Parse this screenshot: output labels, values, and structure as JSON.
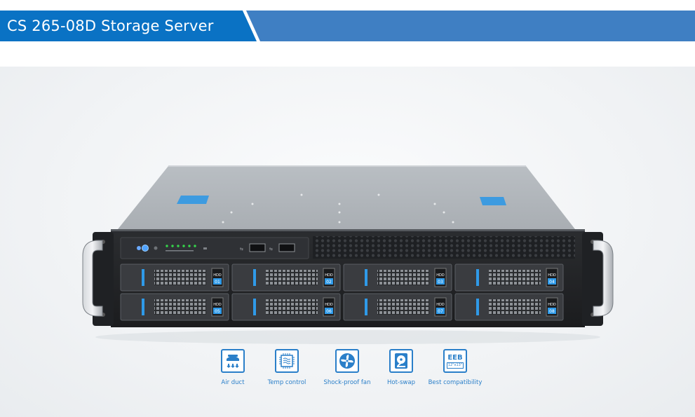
{
  "header": {
    "title": "CS 265-08D Storage Server"
  },
  "colors": {
    "title_bar": "#0a72c4",
    "title_bar_extension": "#3f7fc3",
    "feature_blue": "#2a7fc9"
  },
  "server": {
    "hdd_label": "HDD",
    "bays": [
      {
        "number": "01"
      },
      {
        "number": "02"
      },
      {
        "number": "03"
      },
      {
        "number": "04"
      },
      {
        "number": "05"
      },
      {
        "number": "06"
      },
      {
        "number": "07"
      },
      {
        "number": "08"
      }
    ]
  },
  "features": [
    {
      "label": "Air duct",
      "icon": "air-duct-icon"
    },
    {
      "label": "Temp control",
      "icon": "temp-control-icon"
    },
    {
      "label": "Shock-proof fan",
      "icon": "fan-icon"
    },
    {
      "label": "Hot-swap",
      "icon": "hot-swap-hdd-icon"
    },
    {
      "label": "Best compatibility",
      "icon": "eeb-icon",
      "badge_title": "EEB",
      "badge_sub": "12\"x13\""
    }
  ]
}
